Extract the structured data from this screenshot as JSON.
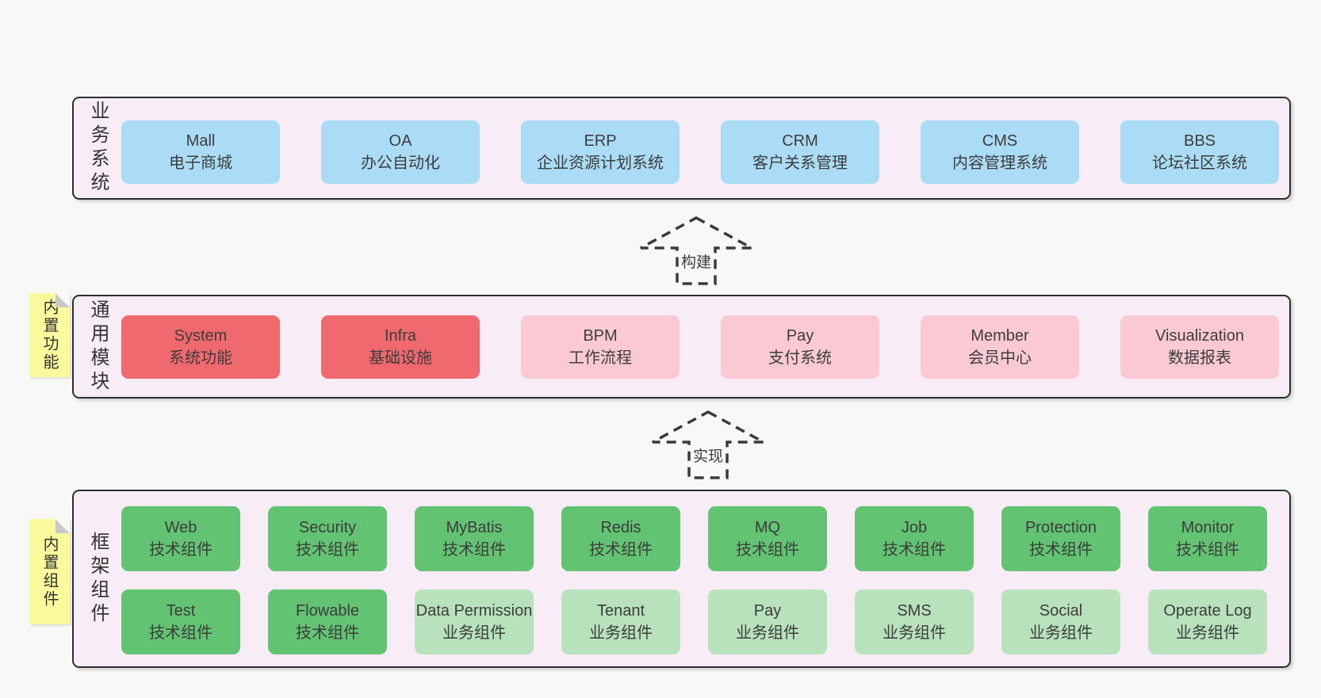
{
  "colors": {
    "page_bg": "#f8f8f8",
    "band_bg": "#f8edf6",
    "band_border": "#2e2e2e",
    "blue": "#abdcf6",
    "red": "#f0696e",
    "pink": "#fbc9d4",
    "green": "#62c373",
    "light_green": "#b7e2bc",
    "note_yellow": "#fbfb9d"
  },
  "arrows": [
    {
      "label": "构建"
    },
    {
      "label": "实现"
    }
  ],
  "bands": [
    {
      "label": "业务系统",
      "rows": [
        [
          {
            "en": "Mall",
            "zh": "电子商城"
          },
          {
            "en": "OA",
            "zh": "办公自动化"
          },
          {
            "en": "ERP",
            "zh": "企业资源计划系统"
          },
          {
            "en": "CRM",
            "zh": "客户关系管理"
          },
          {
            "en": "CMS",
            "zh": "内容管理系统"
          },
          {
            "en": "BBS",
            "zh": "论坛社区系统"
          }
        ]
      ]
    },
    {
      "label": "通用模块",
      "note": "内置功能",
      "rows": [
        [
          {
            "en": "System",
            "zh": "系统功能"
          },
          {
            "en": "Infra",
            "zh": "基础设施"
          },
          {
            "en": "BPM",
            "zh": "工作流程"
          },
          {
            "en": "Pay",
            "zh": "支付系统"
          },
          {
            "en": "Member",
            "zh": "会员中心"
          },
          {
            "en": "Visualization",
            "zh": "数据报表"
          }
        ]
      ]
    },
    {
      "label": "框架组件",
      "note": "内置组件",
      "rows": [
        [
          {
            "en": "Web",
            "zh": "技术组件"
          },
          {
            "en": "Security",
            "zh": "技术组件"
          },
          {
            "en": "MyBatis",
            "zh": "技术组件"
          },
          {
            "en": "Redis",
            "zh": "技术组件"
          },
          {
            "en": "MQ",
            "zh": "技术组件"
          },
          {
            "en": "Job",
            "zh": "技术组件"
          },
          {
            "en": "Protection",
            "zh": "技术组件"
          },
          {
            "en": "Monitor",
            "zh": "技术组件"
          }
        ],
        [
          {
            "en": "Test",
            "zh": "技术组件"
          },
          {
            "en": "Flowable",
            "zh": "技术组件"
          },
          {
            "en": "Data Permission",
            "zh": "业务组件"
          },
          {
            "en": "Tenant",
            "zh": "业务组件"
          },
          {
            "en": "Pay",
            "zh": "业务组件"
          },
          {
            "en": "SMS",
            "zh": "业务组件"
          },
          {
            "en": "Social",
            "zh": "业务组件"
          },
          {
            "en": "Operate Log",
            "zh": "业务组件"
          }
        ]
      ]
    }
  ]
}
